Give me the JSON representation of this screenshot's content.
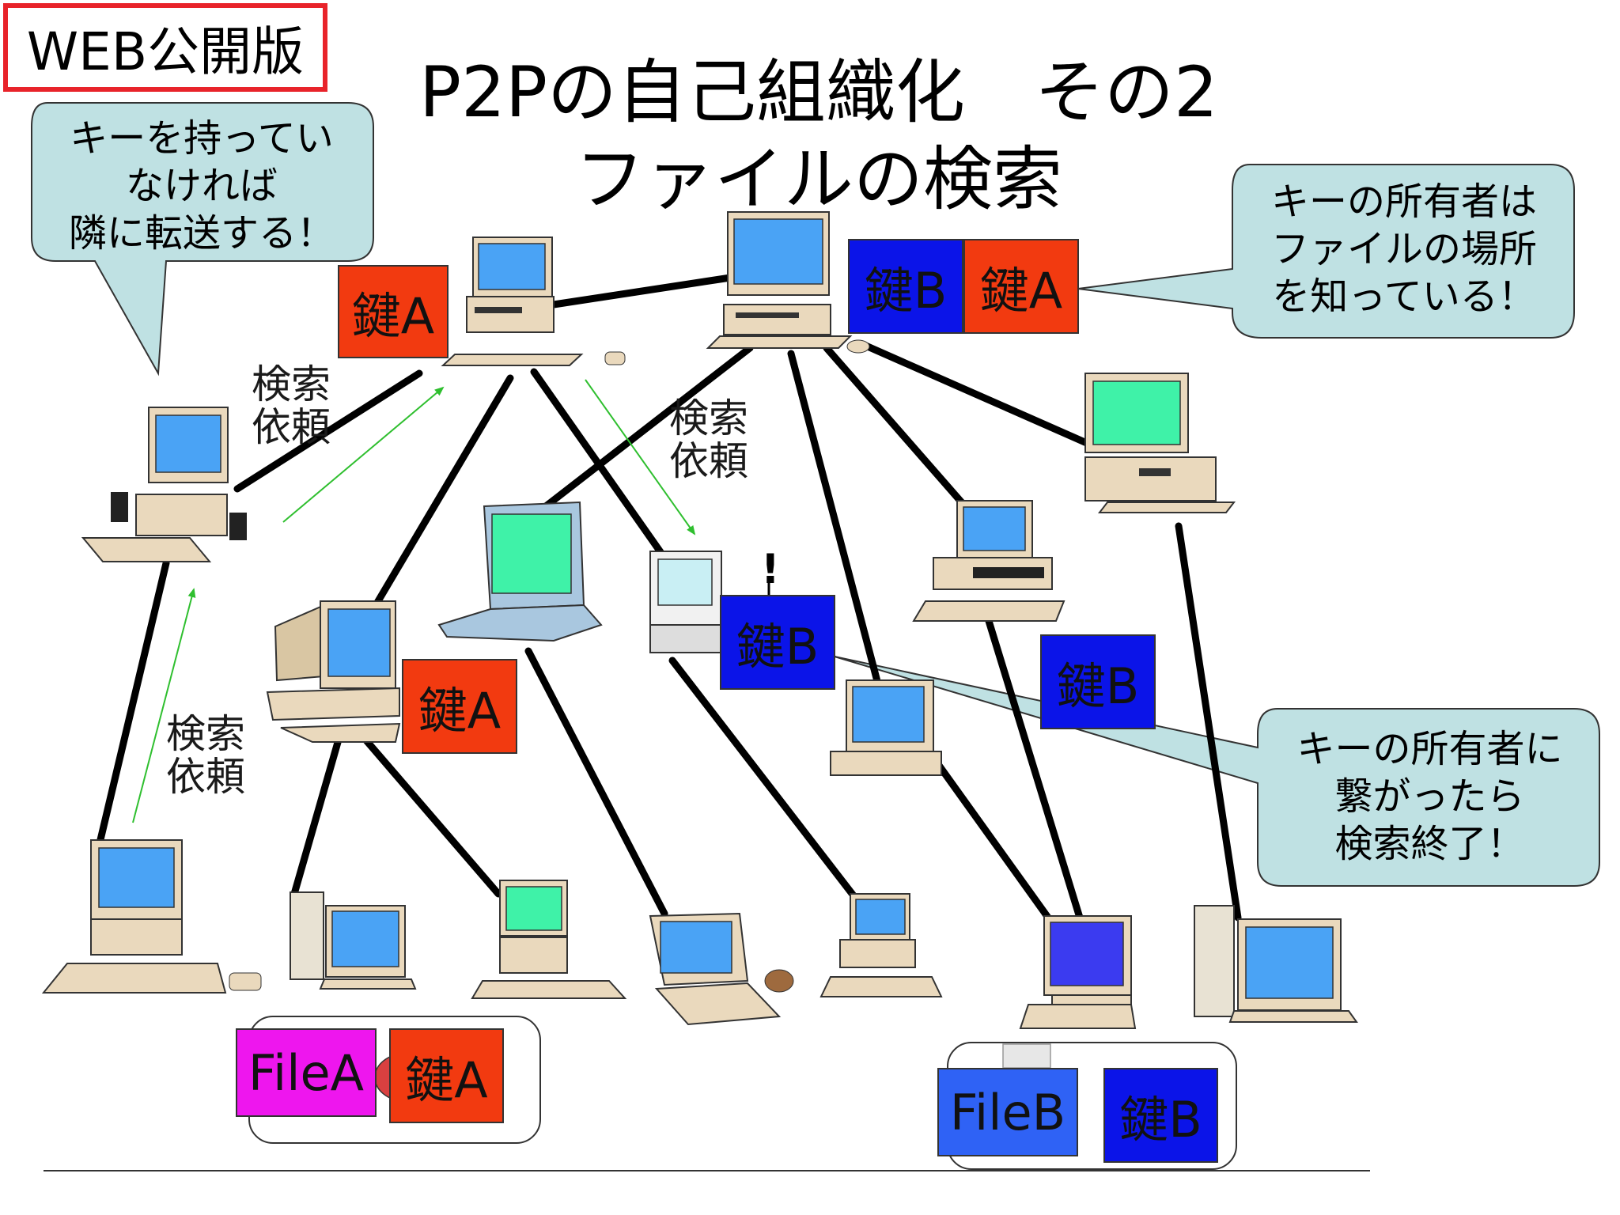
{
  "badge": "WEB公開版",
  "title_line1": "P2Pの自己組織化　その2",
  "title_line2": "ファイルの検索",
  "callouts": {
    "forward": [
      "キーを持ってい",
      "なければ",
      "隣に転送する！"
    ],
    "owner_knows": [
      "キーの所有者は",
      "ファイルの場所",
      "を知っている！"
    ],
    "search_end": [
      "キーの所有者に",
      "繋がったら",
      "検索終了！"
    ]
  },
  "search_request": [
    "検索",
    "依頼"
  ],
  "key_a": "鍵A",
  "key_b": "鍵B",
  "file_a": "FileA",
  "file_b": "FileB",
  "exclamation": "!",
  "colors": {
    "key_a": "#f23a10",
    "key_b": "#0b14e8",
    "file_a": "#ee16ee",
    "file_b": "#2f62f5",
    "callout_fill": "#bfe1e3",
    "badge_border": "#e8232a",
    "screen_blue": "#4aa3f5",
    "screen_green": "#3ff2a8",
    "link": "#000000",
    "arrow": "#2fbf2f"
  }
}
